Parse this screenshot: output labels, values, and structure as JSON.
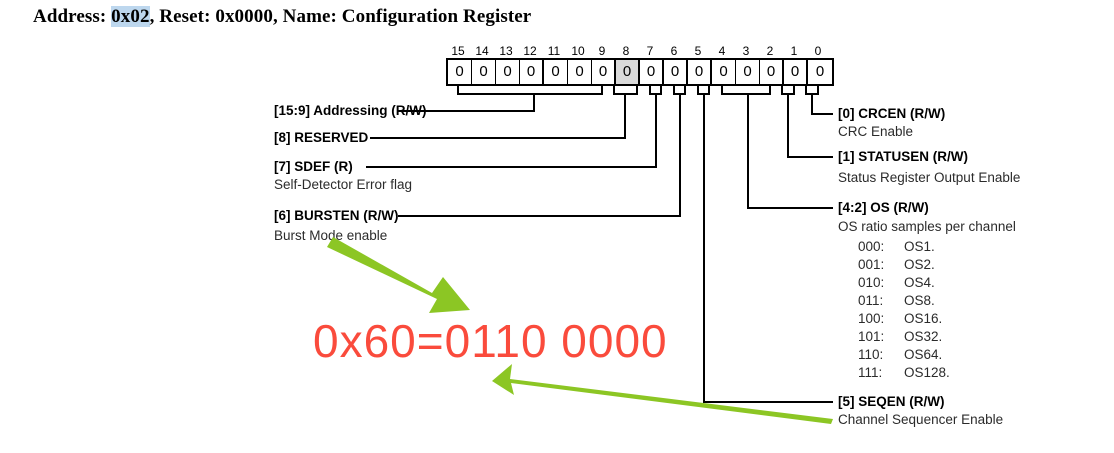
{
  "title": {
    "prefix": "Address: ",
    "address": "0x02",
    "middle": ", Reset: 0x0000, Name: Configuration Register"
  },
  "register": {
    "bit_numbers": [
      "15",
      "14",
      "13",
      "12",
      "11",
      "10",
      "9",
      "8",
      "7",
      "6",
      "5",
      "4",
      "3",
      "2",
      "1",
      "0"
    ],
    "bit_values": [
      "0",
      "0",
      "0",
      "0",
      "0",
      "0",
      "0",
      "0",
      "0",
      "0",
      "0",
      "0",
      "0",
      "0",
      "0",
      "0"
    ],
    "shaded_bit": "8"
  },
  "left_fields": [
    {
      "name": "[15:9] Addressing (R/W)",
      "desc": ""
    },
    {
      "name": "[8] RESERVED",
      "desc": ""
    },
    {
      "name": "[7] SDEF (R)",
      "desc": "Self-Detector Error flag"
    },
    {
      "name": "[6] BURSTEN (R/W)",
      "desc": "Burst Mode enable"
    }
  ],
  "right_fields": [
    {
      "name": "[0] CRCEN (R/W)",
      "desc": "CRC Enable"
    },
    {
      "name": "[1] STATUSEN (R/W)",
      "desc": "Status Register Output Enable"
    },
    {
      "name": "[4:2] OS (R/W)",
      "desc": "OS  ratio  samples per channel"
    },
    {
      "name": "[5] SEQEN (R/W)",
      "desc": "Channel Sequencer Enable"
    }
  ],
  "os_options": [
    {
      "code": "000:",
      "value": "OS1."
    },
    {
      "code": "001:",
      "value": "OS2."
    },
    {
      "code": "010:",
      "value": "OS4."
    },
    {
      "code": "011:",
      "value": "OS8."
    },
    {
      "code": "100:",
      "value": "OS16."
    },
    {
      "code": "101:",
      "value": "OS32."
    },
    {
      "code": "110:",
      "value": "OS64."
    },
    {
      "code": "111:",
      "value": "OS128."
    }
  ],
  "annotation": {
    "red_text": "0x60=0110 0000",
    "red_color": "#fa4b3c",
    "arrow_color": "#8cc624"
  }
}
